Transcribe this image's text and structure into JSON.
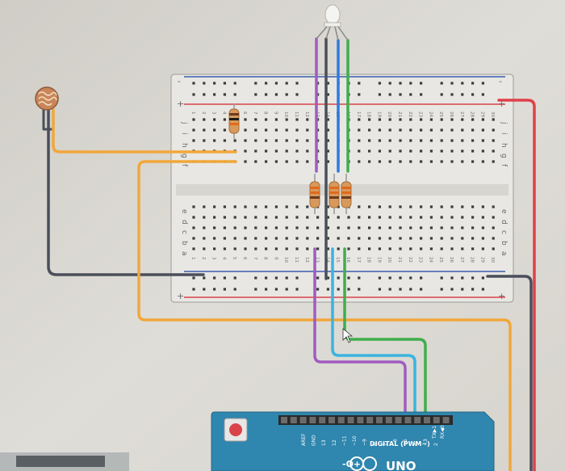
{
  "breadboard": {
    "row_letters_top": [
      "j",
      "i",
      "h",
      "g",
      "f"
    ],
    "row_letters_bottom": [
      "e",
      "d",
      "c",
      "b",
      "a"
    ],
    "rail_plus": "+",
    "rail_minus": "-",
    "column_numbers": [
      "1",
      "2",
      "3",
      "4",
      "5",
      "6",
      "7",
      "8",
      "9",
      "10",
      "11",
      "12",
      "13",
      "14",
      "15",
      "16",
      "17",
      "18",
      "19",
      "20",
      "21",
      "22",
      "23",
      "24",
      "25",
      "26",
      "27",
      "28",
      "29",
      "30"
    ]
  },
  "arduino": {
    "logo_symbols": "-O+",
    "model": "UNO",
    "header_label": "DIGITAL (PWM~)",
    "tx_label": "TX▶1",
    "rx_label": "RX◀0",
    "pin_labels": [
      "AREF",
      "GND",
      "13",
      "12",
      "~11",
      "~10",
      "~9",
      "8",
      "7",
      "~6",
      "~5",
      "4",
      "~3",
      "2"
    ]
  },
  "colors": {
    "screen_bg": "#d8d6d0",
    "board_body": "#e8e7e3",
    "rail_red": "#d9434a",
    "rail_blue": "#3a5fb0",
    "arduino_teal": "#2f86ae",
    "wire_orange": "#f2a73b",
    "wire_gray": "#4a4f5a",
    "wire_red": "#e0404a",
    "wire_purple": "#a05cc0",
    "wire_blue": "#2f7be0",
    "wire_cyan": "#3ab4e0",
    "wire_green": "#3fae4c",
    "led": "#f4f4f0"
  }
}
